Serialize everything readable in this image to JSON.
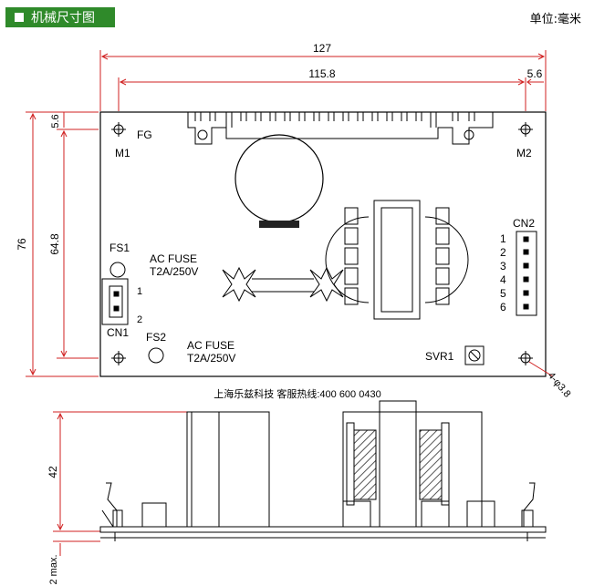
{
  "header": {
    "title": "机械尺寸图",
    "unit": "单位:毫米"
  },
  "dimensions": {
    "overall_width": "127",
    "hole_spacing": "115.8",
    "hole_offset_right": "5.6",
    "hole_offset_top": "5.6",
    "overall_height": "76",
    "hole_vertical_spacing": "64.8",
    "hole_diameter": "4-φ3.8",
    "side_height": "42",
    "side_clearance": "2 max."
  },
  "labels": {
    "fg": "FG",
    "m1": "M1",
    "m2": "M2",
    "fs1": "FS1",
    "fs2": "FS2",
    "ac_fuse_1": "AC FUSE",
    "fuse_rating_1": "T2A/250V",
    "ac_fuse_2": "AC FUSE",
    "fuse_rating_2": "T2A/250V",
    "cn1": "CN1",
    "cn1_pin1": "1",
    "cn1_pin2": "2",
    "cn2": "CN2",
    "cn2_pins": [
      "1",
      "2",
      "3",
      "4",
      "5",
      "6"
    ],
    "svr1": "SVR1",
    "company": "上海乐兹科技 客服热线:400 600 0430"
  },
  "colors": {
    "badge": "#2f8a2a",
    "dim_line": "#d02020",
    "outline": "#000000",
    "hatch": "#808080"
  }
}
